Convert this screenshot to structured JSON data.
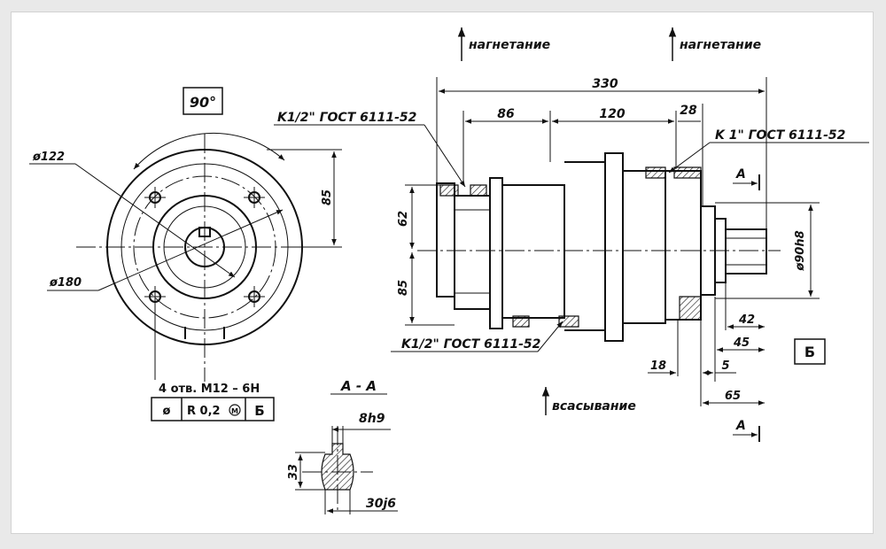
{
  "flow": {
    "discharge_left": "нагнетание",
    "discharge_right": "нагнетание",
    "suction": "всасывание"
  },
  "front_view": {
    "angle": "90°",
    "dia_outer": "ø122",
    "dia_flange": "ø180",
    "dim_height": "85",
    "holes_note": "4 отв. М12 – 6Н",
    "tolerance_symbol": "ø",
    "tolerance_value": "R 0,2",
    "tolerance_mod": "M",
    "tolerance_datum": "Б"
  },
  "section": {
    "title": "А - А",
    "key_width": "8h9",
    "height": "33",
    "shaft_fit": "30j6"
  },
  "side_view": {
    "len_total": "330",
    "len_86": "86",
    "len_120": "120",
    "len_28": "28",
    "port_top_left": "K1/2\" ГОСТ 6111-52",
    "port_top_right": "K 1\" ГОСТ 6111-52",
    "port_bottom": "K1/2\" ГОСТ 6111-52",
    "dim_62": "62",
    "dim_85": "85",
    "shaft_dia": "ø90h8",
    "dim_42": "42",
    "dim_45": "45",
    "dim_18": "18",
    "dim_5": "5",
    "dim_65": "65",
    "datum_b": "Б",
    "section_mark_top": "А",
    "section_mark_bottom": "А"
  }
}
